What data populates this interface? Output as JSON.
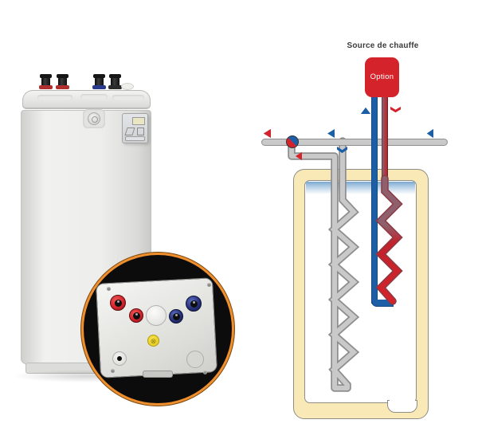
{
  "colors": {
    "red": "#d5232b",
    "blue": "#1d5fa6",
    "blue_dark": "#164a80",
    "maroon": "#8f5f6d",
    "pipe_gray": "#c9c9c9",
    "pipe_gray_dark": "#8e8e8e",
    "tank_cream": "#f8e9b6",
    "tank_outline": "#8d8d85",
    "water_blue": "#8fb6d9",
    "inset_ring": "#ef8f2d",
    "inset_bg": "#0c0c0c",
    "text_dark": "#3b3b3b"
  },
  "diagram": {
    "heat_source_label": "Source de chauffe",
    "option_box": {
      "label": "Option"
    },
    "valve": {
      "split": "blue top-right / red bottom-left"
    },
    "arrow_groups": {
      "outlet_left": {
        "shape": "tri-left",
        "w": 9,
        "h": 11,
        "colors": [
          "red",
          "blue",
          "red"
        ]
      },
      "inlet_mid": {
        "shape": "tri-left",
        "w": 9,
        "h": 11,
        "colors": [
          "blue"
        ]
      },
      "inlet_right": {
        "shape": "tri-left",
        "w": 8,
        "h": 11,
        "colors": [
          "blue",
          "blue",
          "blue"
        ]
      },
      "branch_left": {
        "shape": "tri-left",
        "w": 8,
        "h": 10,
        "colors": [
          "red",
          "red"
        ]
      },
      "feed_down": {
        "shape": "chev-down",
        "w": 13,
        "h": 8,
        "colors": [
          "blue",
          "blue"
        ]
      },
      "riser_up": {
        "shape": "tri-up",
        "w": 12,
        "h": 8,
        "colors": [
          "blue",
          "blue",
          "blue"
        ]
      },
      "return_down": {
        "shape": "chev-down",
        "w": 13,
        "h": 7,
        "colors": [
          "red",
          "red",
          "red",
          "red"
        ]
      }
    }
  },
  "appliance": {
    "top_connections": [
      {
        "collar": "red"
      },
      {
        "collar": "red"
      },
      {
        "collar": "blue"
      },
      {
        "collar": "dark"
      }
    ],
    "inset": {
      "yellow_cap_glyph": "⊗",
      "knobs": [
        "red",
        "red",
        "white-cap",
        "blue",
        "blue",
        "yellow-cap"
      ]
    }
  }
}
